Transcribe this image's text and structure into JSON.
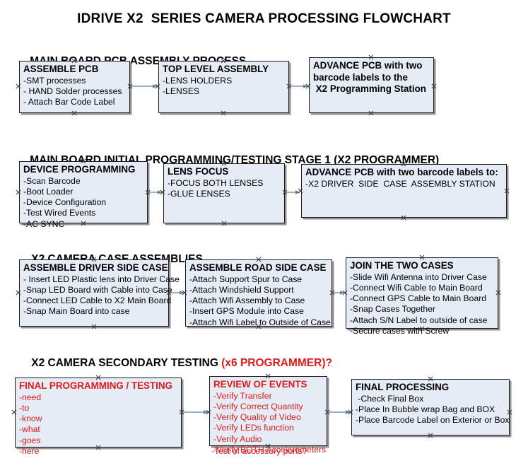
{
  "document": {
    "title": "IDRIVE X2  SERIES CAMERA PROCESSING FLOWCHART"
  },
  "colors": {
    "node_fill": "#e5ecf5",
    "node_border": "#1c1c1c",
    "connector": "#7f95b3",
    "accent_red": "#e01b1b",
    "text": "#000000"
  },
  "sections": [
    {
      "id": "main-board-pcb-assembly-process",
      "heading": "MAIN BOARD PCB ASSEMBLY PROCESS",
      "heading_accent": "",
      "nodes": [
        {
          "id": "assemble-pcb",
          "title": "ASSEMBLE PCB",
          "lines": [
            "-SMT processes",
            "- HAND Solder processes",
            "- Attach Bar Code Label"
          ]
        },
        {
          "id": "top-level-assembly",
          "title": "TOP LEVEL ASSEMBLY",
          "lines": [
            "-LENS HOLDERS",
            "-LENSES"
          ]
        },
        {
          "id": "advance-pcb-to-x2-programming-station",
          "title": "ADVANCE PCB with two",
          "lines": [
            "barcode labels to the",
            " X2 Programming Station"
          ]
        }
      ]
    },
    {
      "id": "main-board-initial-programming-testing-stage-1",
      "heading": "MAIN BOARD INITIAL PROGRAMMING/TESTING STAGE 1 (X2 PROGRAMMER)",
      "heading_accent": "",
      "nodes": [
        {
          "id": "device-programming",
          "title": "DEVICE PROGRAMMING",
          "lines": [
            "-Scan Barcode",
            "-Boot Loader",
            "-Device Configuration",
            "-Test Wired Events",
            "-AC SYNC"
          ]
        },
        {
          "id": "lens-focus",
          "title": "LENS FOCUS",
          "lines": [
            "-FOCUS BOTH LENSES",
            "-GLUE LENSES"
          ]
        },
        {
          "id": "advance-pcb-to-driver-side-case-assembly-station",
          "title": "ADVANCE PCB with two barcode labels to:",
          "lines": [
            "-X2 DRIVER  SIDE  CASE  ASSEMBLY STATION"
          ]
        }
      ]
    },
    {
      "id": "x2-camera-case-assemblies",
      "heading": "X2 CAMERA CASE ASSEMBLIES",
      "heading_accent": "",
      "nodes": [
        {
          "id": "assemble-driver-side-case",
          "title": "ASSEMBLE DRIVER SIDE CASE",
          "lines": [
            "- Insert LED Plastic lens into Driver Case",
            "-Snap LED Board with Cable into Case",
            "-Connect LED Cable to X2 Main Board",
            "-Snap Main Board into case"
          ]
        },
        {
          "id": "assemble-road-side-case",
          "title": "ASSEMBLE ROAD SIDE CASE",
          "lines": [
            "-Attach Support Spur to Case",
            "-Attach Windshield Support",
            "-Attach Wifi Assembly to Case",
            "-Insert GPS Module into Case",
            "-Attach Wifi Label to Outside of Case"
          ]
        },
        {
          "id": "join-the-two-cases",
          "title": "JOIN THE TWO CASES",
          "lines": [
            "-Slide Wifi Antenna into Driver Case",
            "-Connect Wifi Cable to Main Board",
            "-Connect GPS Cable to Main Board",
            "-Snap Cases Together",
            "-Attach S/N Label to outside of case",
            "-Secure cases with Screw"
          ]
        }
      ]
    },
    {
      "id": "x2-camera-secondary-testing",
      "heading": "X2 CAMERA SECONDARY TESTING ",
      "heading_accent": "(x6 PROGRAMMER)?",
      "nodes": [
        {
          "id": "final-programming-testing",
          "title": "FINAL PROGRAMMING / TESTING",
          "lines": [
            "-need",
            "-to",
            "-know",
            "-what",
            "-goes",
            "-here"
          ]
        },
        {
          "id": "review-of-events",
          "title": "REVIEW OF EVENTS",
          "lines": [
            "-Verify Transfer",
            "-Verify Correct Quantity",
            "-Verify Quality of Video",
            "-Verify LEDs function",
            "-Verify Audio",
            "-Verify BOTH Accelerometers"
          ],
          "overflow_line": "-Test of accessory ports?"
        },
        {
          "id": "final-processing",
          "title": "FINAL PROCESSING",
          "lines": [
            " -Check Final Box",
            "-Place In Bubble wrap Bag and BOX",
            "-Place Barcode Label on Exterior or Box"
          ]
        }
      ]
    }
  ]
}
